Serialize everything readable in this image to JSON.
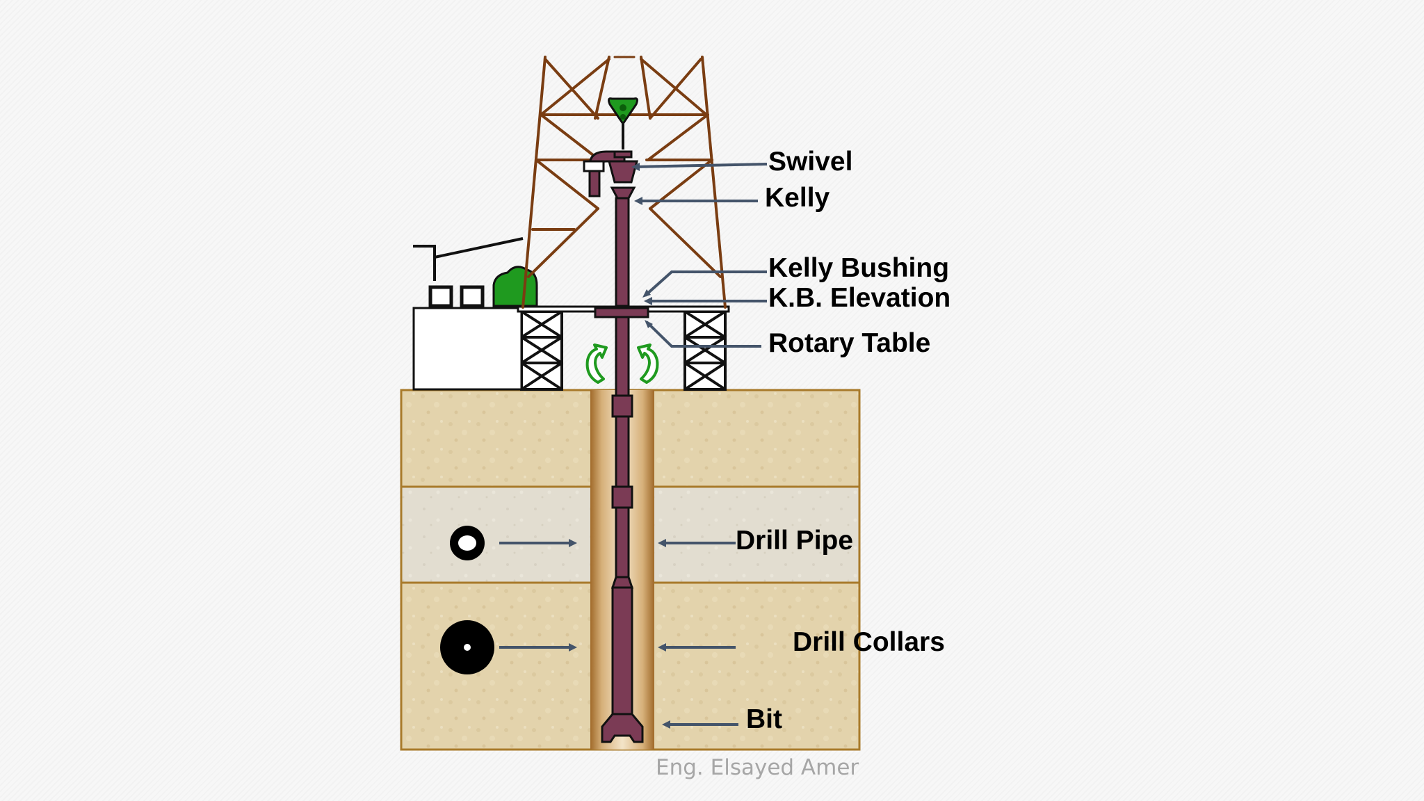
{
  "labels": {
    "swivel": "Swivel",
    "kelly": "Kelly",
    "kelly_bushing": "Kelly Bushing",
    "kb_elevation": "K.B. Elevation",
    "rotary_table": "Rotary Table",
    "drill_pipe": "Drill Pipe",
    "drill_collars": "Drill Collars",
    "bit": "Bit"
  },
  "credit": "Eng. Elsayed Amer",
  "colors": {
    "derrick": "#7a3d12",
    "drill_string": "#7b3b55",
    "equipment_green": "#1f9a1f",
    "leader_line": "#44546a",
    "formation_sand": "#e3d3ac",
    "formation_gray": "#e2ddd0",
    "formation_border": "#a87a2a",
    "borehole": "#b98848",
    "credit_text": "#a6a6a6"
  },
  "icons": {
    "drill_pipe_section": "ring-icon",
    "drill_collar_section": "thick-ring-icon",
    "rotation": "rotation-arrows-icon",
    "hook": "hook-block-icon"
  }
}
